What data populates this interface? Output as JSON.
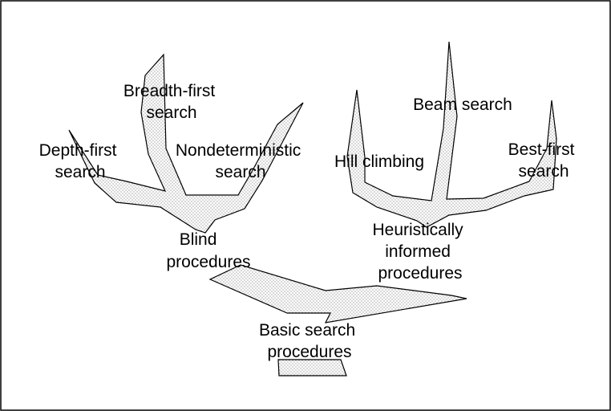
{
  "diagram": {
    "root": {
      "label_lines": [
        "Basic search",
        "procedures"
      ]
    },
    "branches": [
      {
        "label_lines": [
          "Blind",
          "procedures"
        ],
        "children": [
          {
            "label_lines": [
              "Depth-first",
              "search"
            ]
          },
          {
            "label_lines": [
              "Breadth-first",
              "search"
            ]
          },
          {
            "label_lines": [
              "Nondeterministic",
              "search"
            ]
          }
        ]
      },
      {
        "label_lines": [
          "Heuristically",
          "informed",
          "procedures"
        ],
        "children": [
          {
            "label_lines": [
              "Hill climbing"
            ]
          },
          {
            "label_lines": [
              "Beam search"
            ]
          },
          {
            "label_lines": [
              "Best-first",
              "search"
            ]
          }
        ]
      }
    ],
    "colors": {
      "stipple": "#777777",
      "stroke": "#000000",
      "background": "#ffffff"
    }
  }
}
